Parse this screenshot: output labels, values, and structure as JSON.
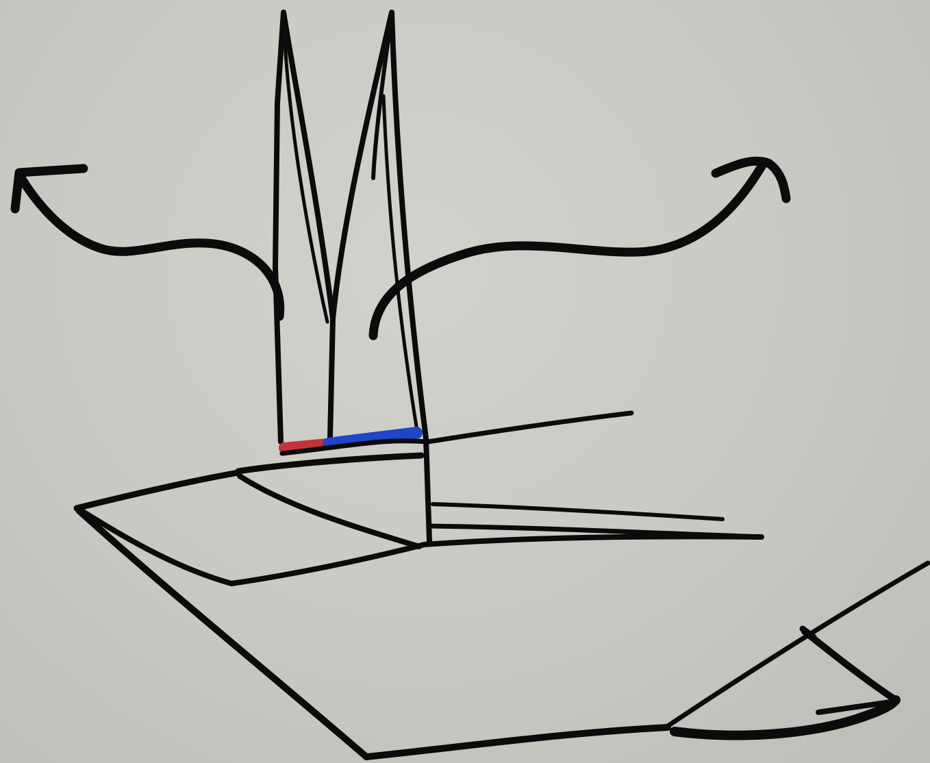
{
  "colors": {
    "background": "#cac8c3",
    "ink": "#0b0b0b",
    "red_marker": "#c2333a",
    "blue_marker": "#1f45c8"
  },
  "figure": {
    "kind": "hand-drawn whiteboard sketch",
    "elements": [
      "left-curved-arrow",
      "right-curved-arrow",
      "tall-left-spike",
      "tall-right-spike",
      "red-marker-segment",
      "blue-marker-segment",
      "horizontal-axis-line",
      "small-upper-plane",
      "large-lower-plane",
      "bottom-right-wedge"
    ]
  }
}
